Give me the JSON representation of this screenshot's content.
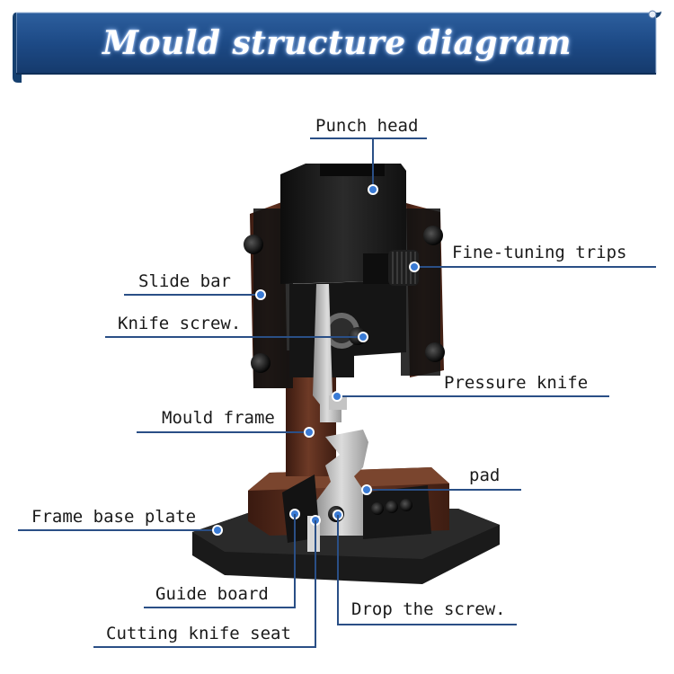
{
  "banner": {
    "title": "Mould structure diagram",
    "color": "#1d4a86"
  },
  "labels": {
    "punch_head": "Punch head",
    "fine_tuning_trips": "Fine-tuning trips",
    "slide_bar": "Slide bar",
    "knife_screw": "Knife screw.",
    "pressure_knife": "Pressure knife",
    "mould_frame": "Mould frame",
    "pad": "pad",
    "frame_base_plate": "Frame base plate",
    "guide_board": "Guide board",
    "drop_the_screw": "Drop the screw.",
    "cutting_knife_seat": "Cutting knife seat"
  },
  "colors": {
    "leader": "#2a4f86",
    "dot": "#3a7bd5",
    "steel_black": "#1b1b1b",
    "frame_brown": "#5a2c1c",
    "blade_silver": "#b9b9b9"
  }
}
